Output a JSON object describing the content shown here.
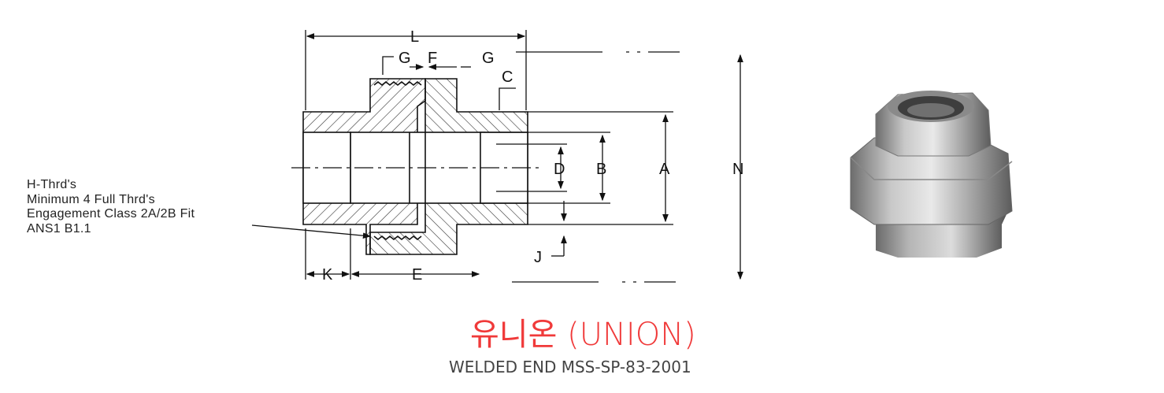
{
  "diagram": {
    "dimension_labels": {
      "L": "L",
      "G1": "G",
      "F": "F",
      "G2": "G",
      "C": "C",
      "N": "N",
      "A": "A",
      "B": "B",
      "D": "D",
      "J": "J",
      "K": "K",
      "E": "E"
    },
    "note_lines": [
      "H-Thrd's",
      "Minimum 4 Full Thrd's",
      "Engagement Class 2A/2B Fit",
      "ANS1 B1.1"
    ]
  },
  "caption": {
    "title": "유니온 (UNION)",
    "subtitle": "WELDED END MSS-SP-83-2001"
  },
  "colors": {
    "title": "#f03a3a",
    "subtitle": "#444444"
  }
}
